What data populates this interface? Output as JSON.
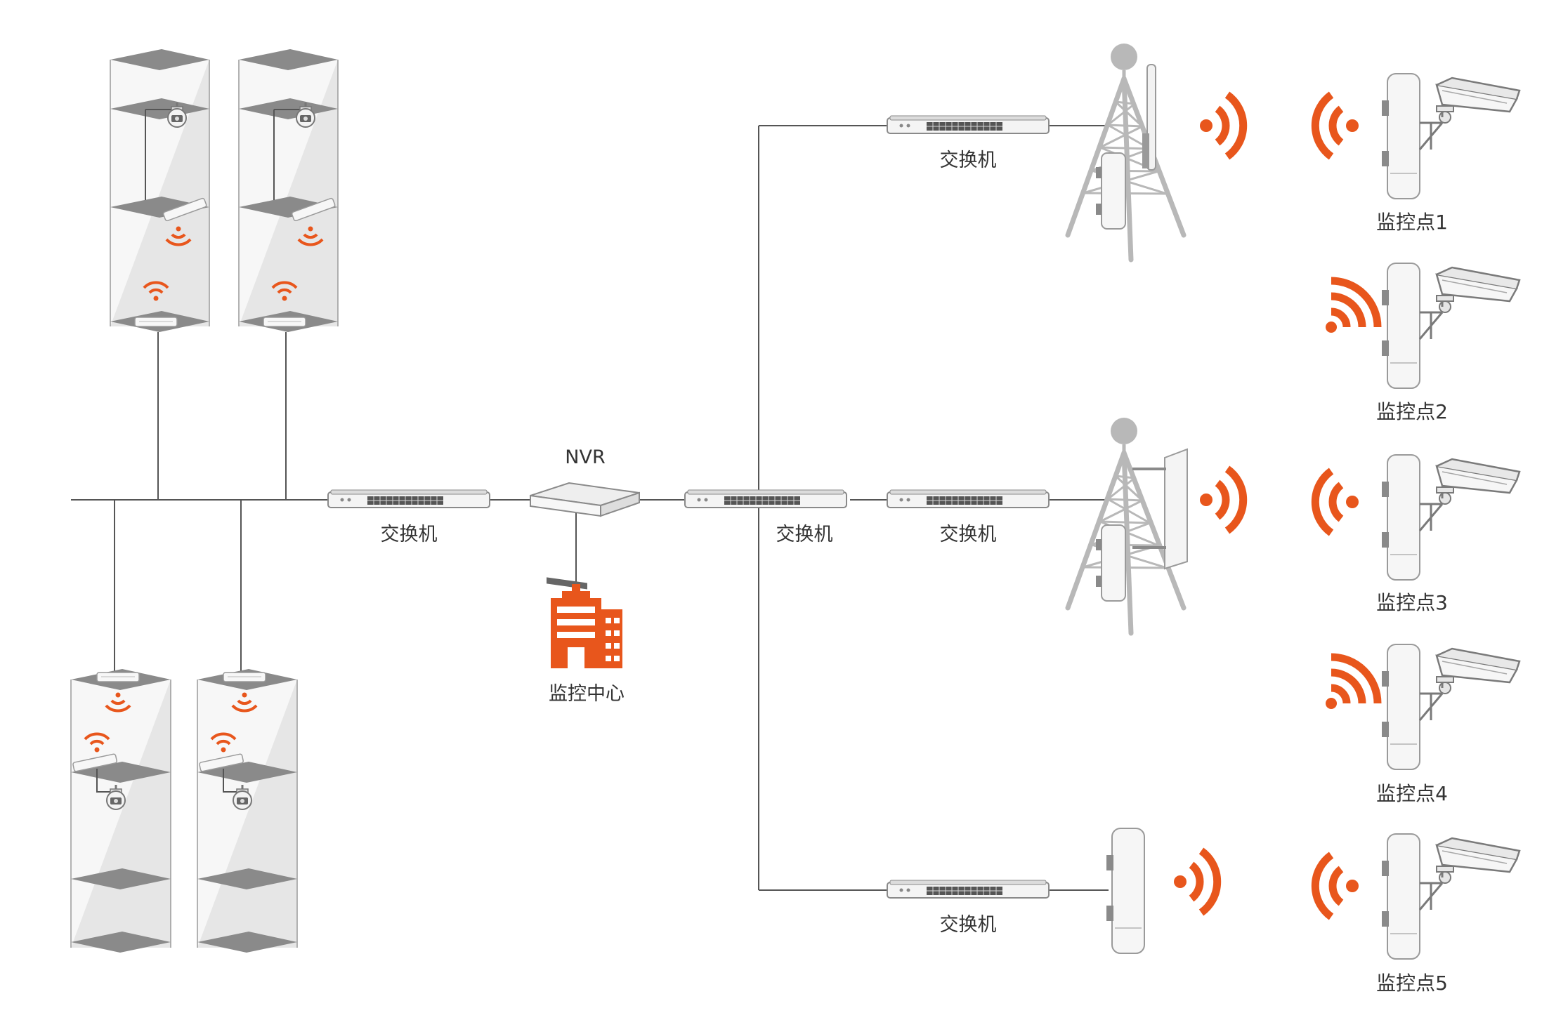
{
  "labels": {
    "nvr": "NVR",
    "switch": "交换机",
    "monitoring_center": "监控中心",
    "monitoring_points": [
      "监控点1",
      "监控点2",
      "监控点3",
      "监控点4",
      "监控点5"
    ]
  },
  "colors": {
    "accent": "#e8561c",
    "line": "#555555",
    "floor": "#8a8a8a",
    "wall": "#e6e6e6",
    "device": "#f4f4f4",
    "device_stroke": "#9a9a9a",
    "tower": "#b8b8b8"
  },
  "icons": [
    "switch-icon",
    "nvr-icon",
    "building-icon",
    "tower-icon",
    "cpe-icon",
    "camera-icon",
    "wifi-icon",
    "dome-camera-icon",
    "access-point-icon"
  ]
}
